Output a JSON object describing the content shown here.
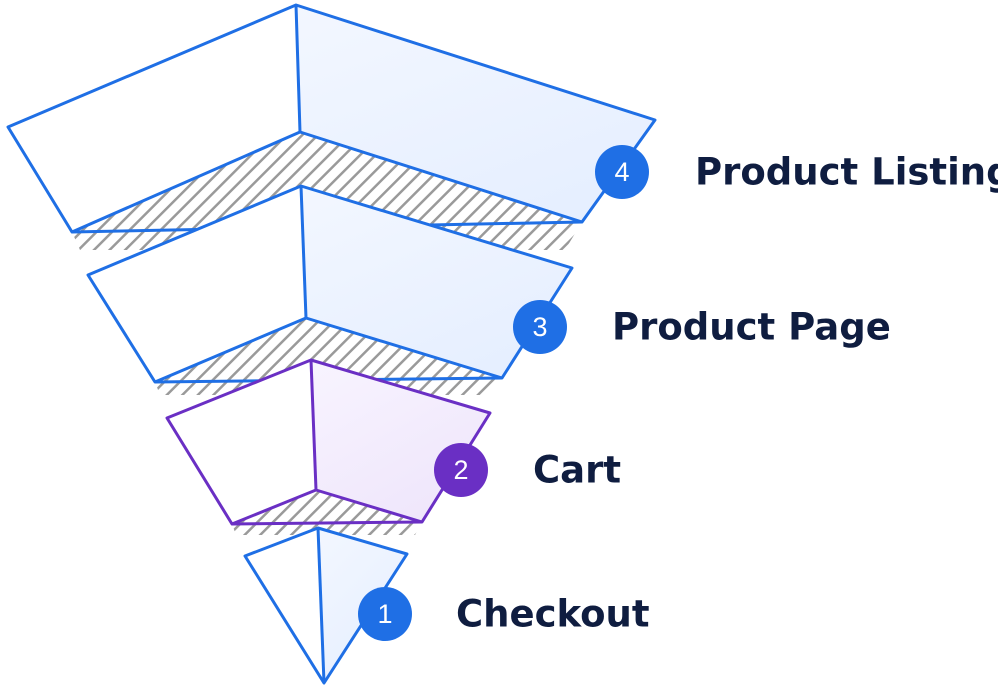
{
  "colors": {
    "blue": "#1f6fe5",
    "purple": "#6a2fc4",
    "label": "#0f1d40",
    "hatch_fill": "#ffffff",
    "hatch_stroke": "#999999"
  },
  "steps": [
    {
      "number": "4",
      "label": "Product Listing",
      "color": "#1f6fe5"
    },
    {
      "number": "3",
      "label": "Product Page",
      "color": "#1f6fe5"
    },
    {
      "number": "2",
      "label": "Cart",
      "color": "#6a2fc4"
    },
    {
      "number": "1",
      "label": "Checkout",
      "color": "#1f6fe5"
    }
  ]
}
